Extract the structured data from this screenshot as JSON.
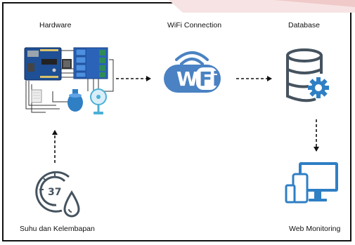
{
  "nodes": {
    "hardware": {
      "label": "Hardware",
      "icon": "microcontroller-board-icon"
    },
    "wifi": {
      "label": "WiFi Connection",
      "icon": "wifi-logo-icon",
      "logo_text": "WiFi"
    },
    "database": {
      "label": "Database",
      "icon": "database-gear-icon"
    },
    "sensor": {
      "label": "Suhu dan Kelembapan",
      "icon": "thermometer-humidity-icon",
      "dial_value": "37"
    },
    "web": {
      "label": "Web Monitoring",
      "icon": "multi-device-monitor-icon"
    }
  },
  "colors": {
    "accent_blue": "#2f7fc4",
    "wifi_blue": "#4a82c3",
    "board_blue": "#1f4f95",
    "relay_blue": "#2b63b8",
    "dark_gray": "#45535f",
    "deco_pink": "#f4d6d6"
  }
}
